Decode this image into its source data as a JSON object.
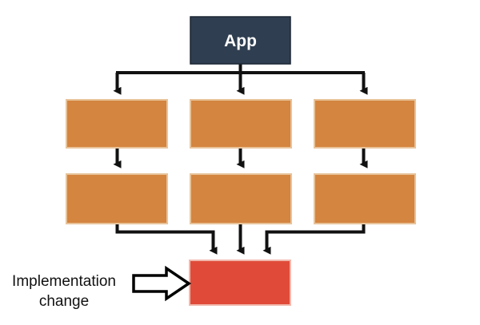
{
  "diagram": {
    "title_node": {
      "label": "App",
      "fill": "#2f3e50",
      "stroke": "#1b2733",
      "text_color": "#ffffff"
    },
    "annotation": {
      "line1": "Implementation",
      "line2": "change",
      "arrow_icon": "block-arrow-right-icon",
      "arrow_fill": "#ffffff",
      "arrow_stroke": "#000000"
    },
    "colors": {
      "orange_fill": "#d4853f",
      "orange_stroke": "#e8c39a",
      "red_fill": "#e04b39",
      "red_stroke": "#f1b8ad",
      "connector": "#111111",
      "background": "#ffffff"
    },
    "row1_nodes": [
      {
        "id": "row1-left",
        "label": ""
      },
      {
        "id": "row1-middle",
        "label": ""
      },
      {
        "id": "row1-right",
        "label": ""
      }
    ],
    "row2_nodes": [
      {
        "id": "row2-left",
        "label": ""
      },
      {
        "id": "row2-middle",
        "label": ""
      },
      {
        "id": "row2-right",
        "label": ""
      }
    ],
    "bottom_node": {
      "id": "implementation-node",
      "label": ""
    }
  }
}
